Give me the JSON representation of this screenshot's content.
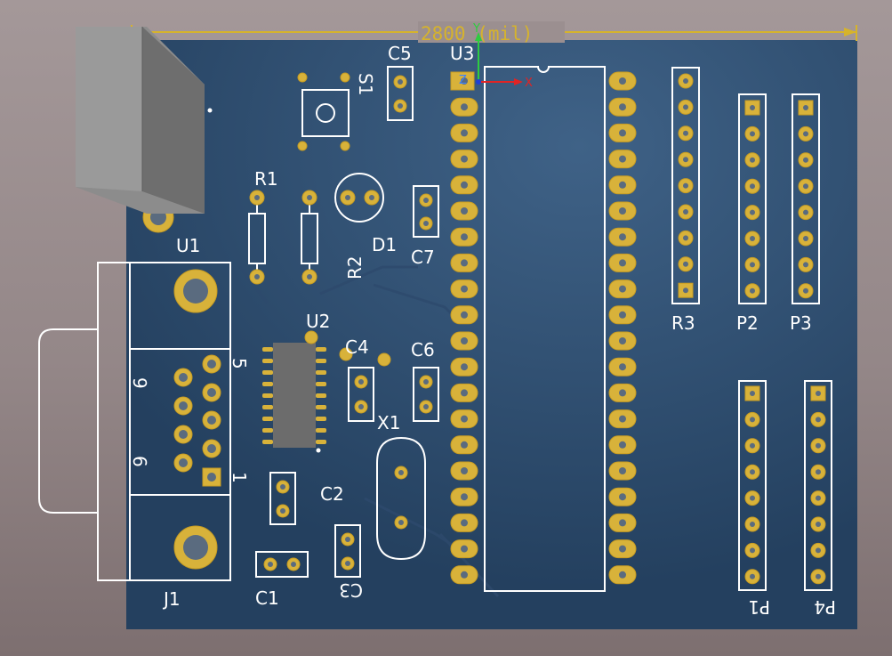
{
  "dimension": {
    "text": "2800 (mil)",
    "color": "#d6b32c"
  },
  "axes": {
    "x": "X",
    "y": "Y",
    "z": "Z"
  },
  "board": {
    "color": "#2a4466",
    "highlight": "#3f6287"
  },
  "designators": {
    "U1": "U1",
    "U2": "U2",
    "U3": "U3",
    "J1": "J1",
    "R1": "R1",
    "R2": "R2",
    "R3": "R3",
    "D1": "D1",
    "S1": "S1",
    "C1": "C1",
    "C2": "C2",
    "C3": "C3",
    "C4": "C4",
    "C5": "C5",
    "C6": "C6",
    "C7": "C7",
    "X1": "X1",
    "P1": "P1",
    "P2": "P2",
    "P3": "P3",
    "P4": "P4"
  },
  "j1_pins": {
    "p9": "9",
    "p6": "6",
    "p5": "5",
    "p1": "1"
  },
  "colors": {
    "pad": "#d8b23a",
    "silkscreen": "#ffffff",
    "trace": "#2f4c70"
  },
  "icons": [
    "connector-3d-icon",
    "axis-gizmo-icon"
  ]
}
